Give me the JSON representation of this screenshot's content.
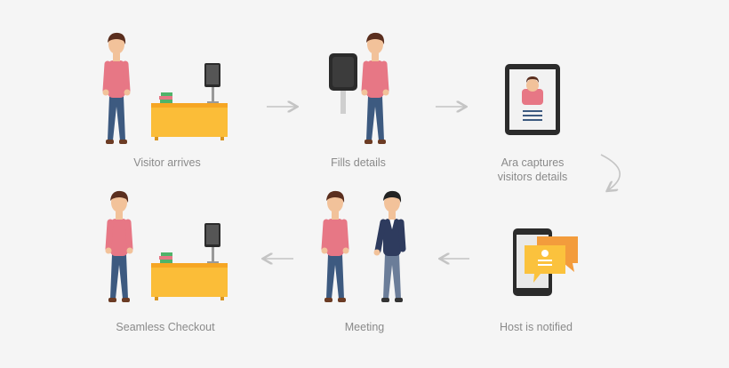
{
  "steps": [
    {
      "label": "Visitor arrives",
      "icon": "person-at-desk-icon"
    },
    {
      "label": "Fills details",
      "icon": "person-at-kiosk-icon"
    },
    {
      "label_line1": "Ara captures",
      "label_line2": "visitors details",
      "icon": "tablet-profile-icon"
    },
    {
      "label": "Host is notified",
      "icon": "phone-chat-icon"
    },
    {
      "label": "Meeting",
      "icon": "handshake-icon"
    },
    {
      "label": "Seamless Checkout",
      "icon": "person-leaving-desk-icon"
    }
  ],
  "colors": {
    "background": "#f5f5f5",
    "label": "#8a8a8a",
    "arrow": "#c4c4c4",
    "shirt": "#e77785",
    "jeans": "#3d5a80",
    "hair": "#5a2e1e",
    "skin": "#f2c29a",
    "desk": "#fbbd38",
    "screen": "#2b2b2b",
    "bubble_orange": "#f39c3c",
    "bubble_yellow": "#fbc23d"
  }
}
